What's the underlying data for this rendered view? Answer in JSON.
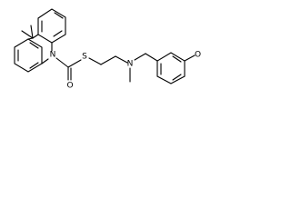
{
  "molecule": {
    "atoms": {
      "nitrogen_ring": "N",
      "oxygen_carbonyl": "O",
      "sulfur": "S",
      "nitrogen_amine": "N",
      "methoxy": "O"
    }
  }
}
